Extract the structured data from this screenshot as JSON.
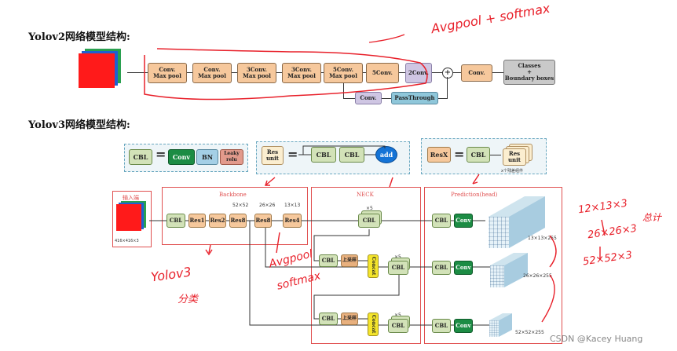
{
  "titles": {
    "yolov2": "Yolov2网络模型结构:",
    "yolov3": "Yolov3网络模型结构:"
  },
  "v2": {
    "blocks": [
      "Conv.\nMax pool",
      "Conv.\nMax pool",
      "3Conv.\nMax pool",
      "3Conv.\nMax pool",
      "5Conv.\nMax pool",
      "5Conv.",
      "2Conv.",
      "Conv."
    ],
    "output": "Classes\n+\nBoundary boxes",
    "branch_conv": "Conv.",
    "passthrough": "PassThrough",
    "plus": "+"
  },
  "v3": {
    "legend": {
      "cbl": "CBL",
      "conv": "Conv",
      "bn": "BN",
      "leaky": "Leaky\nrelu",
      "res_unit": "Res\nunit",
      "add": "add",
      "resx": "ResX",
      "res_unit_stack": "Res\nunit",
      "x_times": "x个残差组件",
      "eq": "="
    },
    "input_label": "输入端",
    "input_size": "416×416×3",
    "backbone_label": "Backbone",
    "neck_label": "NECK",
    "prediction_label": "Prediction(head)",
    "backbone_blocks": [
      "CBL",
      "Res1",
      "Res2",
      "Res8",
      "Res8",
      "Res4"
    ],
    "sizes": [
      "52×52",
      "26×26",
      "13×13"
    ],
    "neck_x5": "×5",
    "neck_cbl": "CBL",
    "upsample": "上采样",
    "concat": "Concat",
    "pred_cbl": "CBL",
    "pred_conv": "Conv",
    "out_sizes": [
      "13×13×255",
      "26×26×255",
      "52×52×255"
    ]
  },
  "annotations": {
    "v2_avgpool": "Avgpool + softmax",
    "v3_yolov3": "Yolov3",
    "v3_fenlei": "分类",
    "v3_avgpool": "Avgpool",
    "v3_softmax": "softmax",
    "v3_r1": "12×13×3",
    "v3_r2": "26×26×3",
    "v3_r3": "52×52×3",
    "v3_zongji": "总计"
  },
  "watermark": "CSDN @Kacey Huang"
}
